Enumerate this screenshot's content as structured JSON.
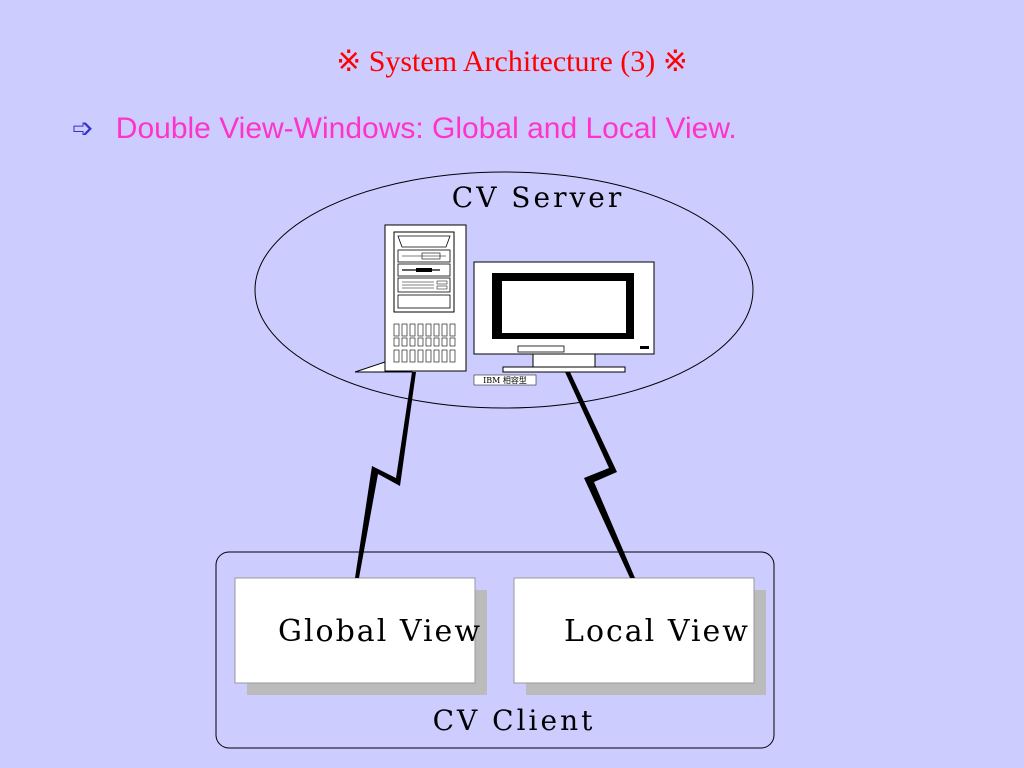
{
  "slide": {
    "title": "※ System Architecture (3) ※",
    "bullet_icon": "hollow-right-arrow",
    "bullet_text": "Double View-Windows: Global and Local View."
  },
  "diagram": {
    "server_label": "CV Server",
    "computer_tag": "IBM 相容型",
    "global_view_label": "Global View",
    "local_view_label": "Local View",
    "client_label": "CV Client"
  },
  "colors": {
    "background": "#ccccff",
    "title": "#ff0000",
    "bullet_text": "#ff33cc",
    "bullet_icon": "#3333cc"
  }
}
